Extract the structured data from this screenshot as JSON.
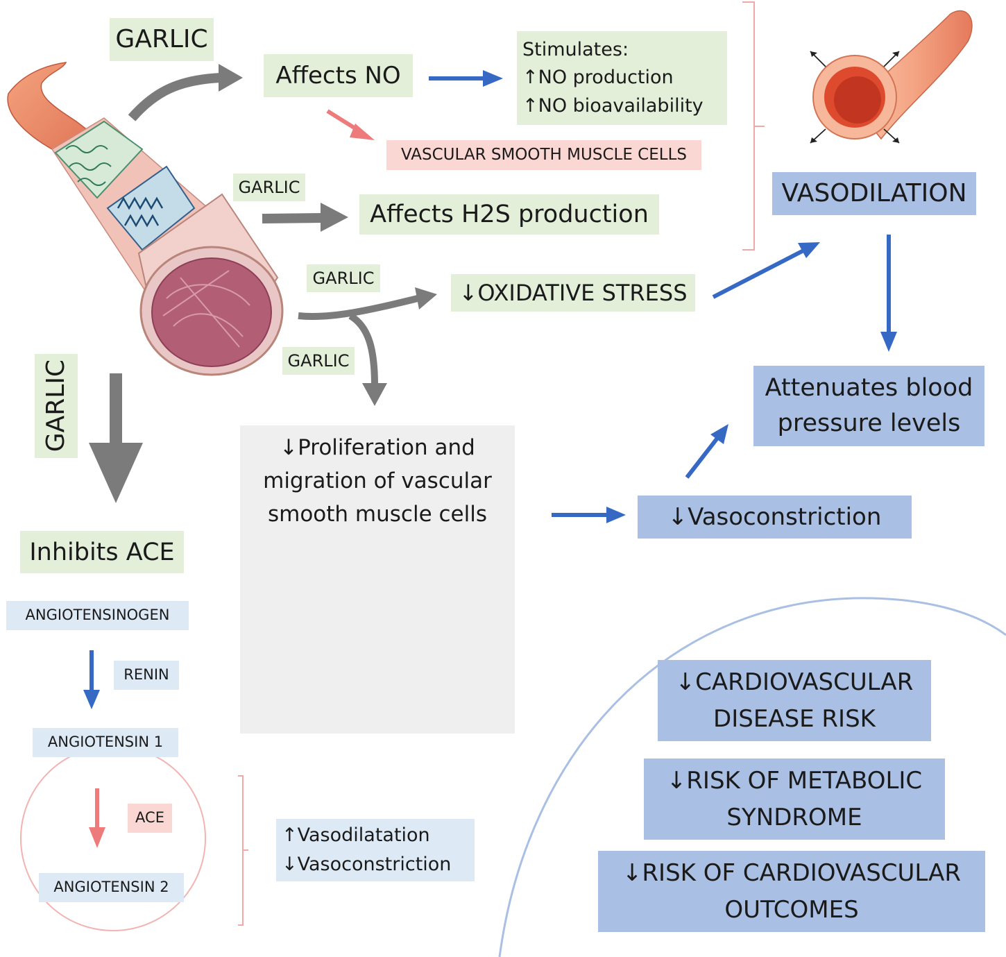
{
  "garlic": "GARLIC",
  "no": {
    "label": "Affects NO",
    "stim_title": "Stimulates:",
    "stim_line1": "↑NO production",
    "stim_line2": "↑NO bioavailability",
    "vsmc": "VASCULAR SMOOTH MUSCLE CELLS"
  },
  "h2s": {
    "label": "Affects H2S production"
  },
  "oxidative": "↓OXIDATIVE STRESS",
  "vasodilation": "VASODILATION",
  "attenuates": [
    "Attenuates blood",
    "pressure levels"
  ],
  "proliferation": [
    "↓Proliferation and",
    "migration of vascular",
    "smooth muscle cells"
  ],
  "vasoconstriction": "↓Vasoconstriction",
  "ace": {
    "inhibits": "Inhibits ACE",
    "angiotensinogen": "ANGIOTENSINOGEN",
    "renin": "RENIN",
    "angiotensin1": "ANGIOTENSIN 1",
    "ace": "ACE",
    "angiotensin2": "ANGIOTENSIN 2",
    "effect1": "↑Vasodilatation",
    "effect2": "↓Vasoconstriction"
  },
  "outcomes": [
    [
      "↓CARDIOVASCULAR",
      "DISEASE RISK"
    ],
    [
      "↓RISK OF METABOLIC",
      "SYNDROME"
    ],
    [
      "↓RISK OF CARDIOVASCULAR",
      "OUTCOMES"
    ]
  ],
  "colors": {
    "green_box": "#e3efd9",
    "pink_box": "#fbd7d4",
    "light_blue_box": "#dde9f5",
    "blue_box": "#a9bfe3",
    "grey_box": "#efefef",
    "blue_arrow": "#3569c4",
    "grey_arrow": "#7b7b7b",
    "pink_arrow": "#ee7b7b"
  }
}
